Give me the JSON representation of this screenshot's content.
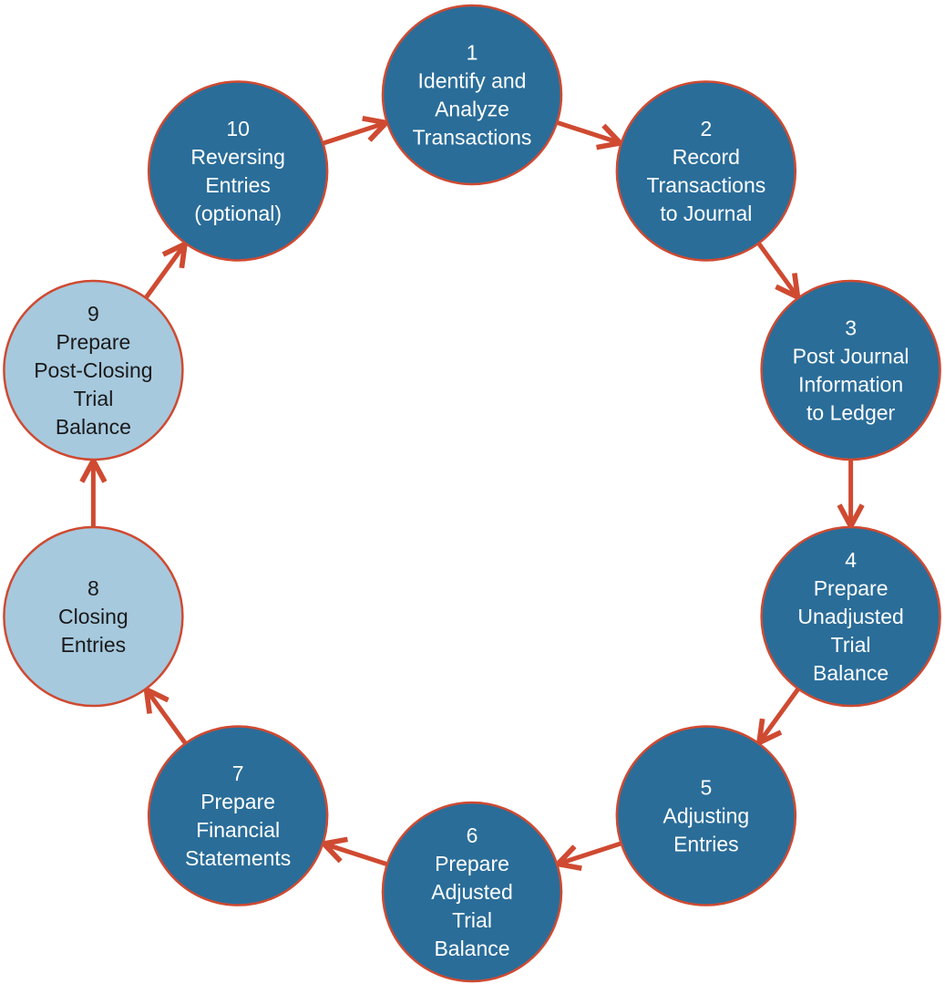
{
  "diagram": {
    "type": "cycle",
    "direction": "clockwise",
    "steps": [
      {
        "number": "1",
        "label": "Identify and Analyze Transactions",
        "lines": [
          "Identify and",
          "Analyze",
          "Transactions"
        ],
        "variant": "dark"
      },
      {
        "number": "2",
        "label": "Record Transactions to Journal",
        "lines": [
          "Record",
          "Transactions",
          "to Journal"
        ],
        "variant": "dark"
      },
      {
        "number": "3",
        "label": "Post Journal Information to Ledger",
        "lines": [
          "Post Journal",
          "Information",
          "to Ledger"
        ],
        "variant": "dark"
      },
      {
        "number": "4",
        "label": "Prepare Unadjusted Trial Balance",
        "lines": [
          "Prepare",
          "Unadjusted",
          "Trial",
          "Balance"
        ],
        "variant": "dark"
      },
      {
        "number": "5",
        "label": "Adjusting Entries",
        "lines": [
          "Adjusting",
          "Entries"
        ],
        "variant": "dark"
      },
      {
        "number": "6",
        "label": "Prepare Adjusted Trial Balance",
        "lines": [
          "Prepare",
          "Adjusted",
          "Trial",
          "Balance"
        ],
        "variant": "dark"
      },
      {
        "number": "7",
        "label": "Prepare Financial Statements",
        "lines": [
          "Prepare",
          "Financial",
          "Statements"
        ],
        "variant": "dark"
      },
      {
        "number": "8",
        "label": "Closing Entries",
        "lines": [
          "Closing",
          "Entries"
        ],
        "variant": "light"
      },
      {
        "number": "9",
        "label": "Prepare Post-Closing Trial Balance",
        "lines": [
          "Prepare",
          "Post-Closing",
          "Trial",
          "Balance"
        ],
        "variant": "light"
      },
      {
        "number": "10",
        "label": "Reversing Entries (optional)",
        "lines": [
          "Reversing",
          "Entries",
          "(optional)"
        ],
        "variant": "dark"
      }
    ],
    "colors": {
      "dark_fill": "#2A6D99",
      "light_fill": "#A6C9DE",
      "circle_stroke": "#CF4A31",
      "arrow": "#CF4A31",
      "text_on_dark": "#FFFFFF",
      "text_on_light": "#1A1A1A",
      "background": "#FFFFFF"
    }
  }
}
